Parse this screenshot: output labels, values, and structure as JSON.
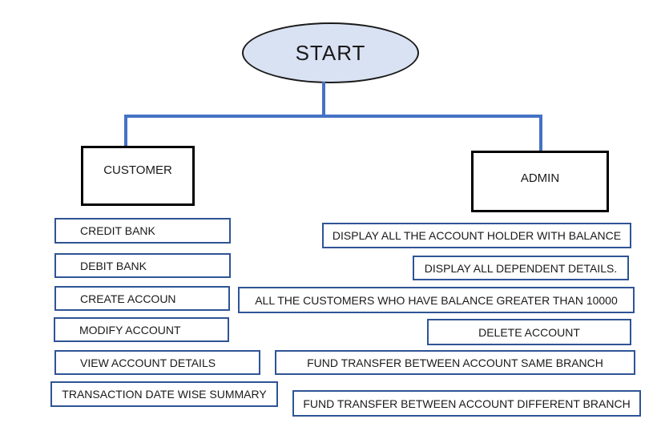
{
  "diagram": {
    "type": "flowchart",
    "start_label": "START",
    "customer": {
      "label": "CUSTOMER",
      "items": [
        "CREDIT BANK",
        "DEBIT BANK",
        "CREATE ACCOUN",
        "MODIFY ACCOUNT",
        "VIEW ACCOUNT DETAILS",
        "TRANSACTION DATE WISE SUMMARY"
      ]
    },
    "admin": {
      "label": "ADMIN",
      "items": [
        "DISPLAY ALL THE ACCOUNT HOLDER WITH BALANCE",
        "DISPLAY ALL DEPENDENT DETAILS.",
        "ALL THE CUSTOMERS WHO HAVE BALANCE GREATER THAN 10000",
        "DELETE ACCOUNT",
        "FUND TRANSFER BETWEEN ACCOUNT SAME BRANCH",
        "FUND TRANSFER BETWEEN ACCOUNT DIFFERENT BRANCH"
      ]
    },
    "colors": {
      "connector": "#4472C4",
      "item_border": "#2F5496",
      "node_border": "#000000",
      "start_fill": "#D9E2F3",
      "background": "#FFFFFF"
    }
  }
}
